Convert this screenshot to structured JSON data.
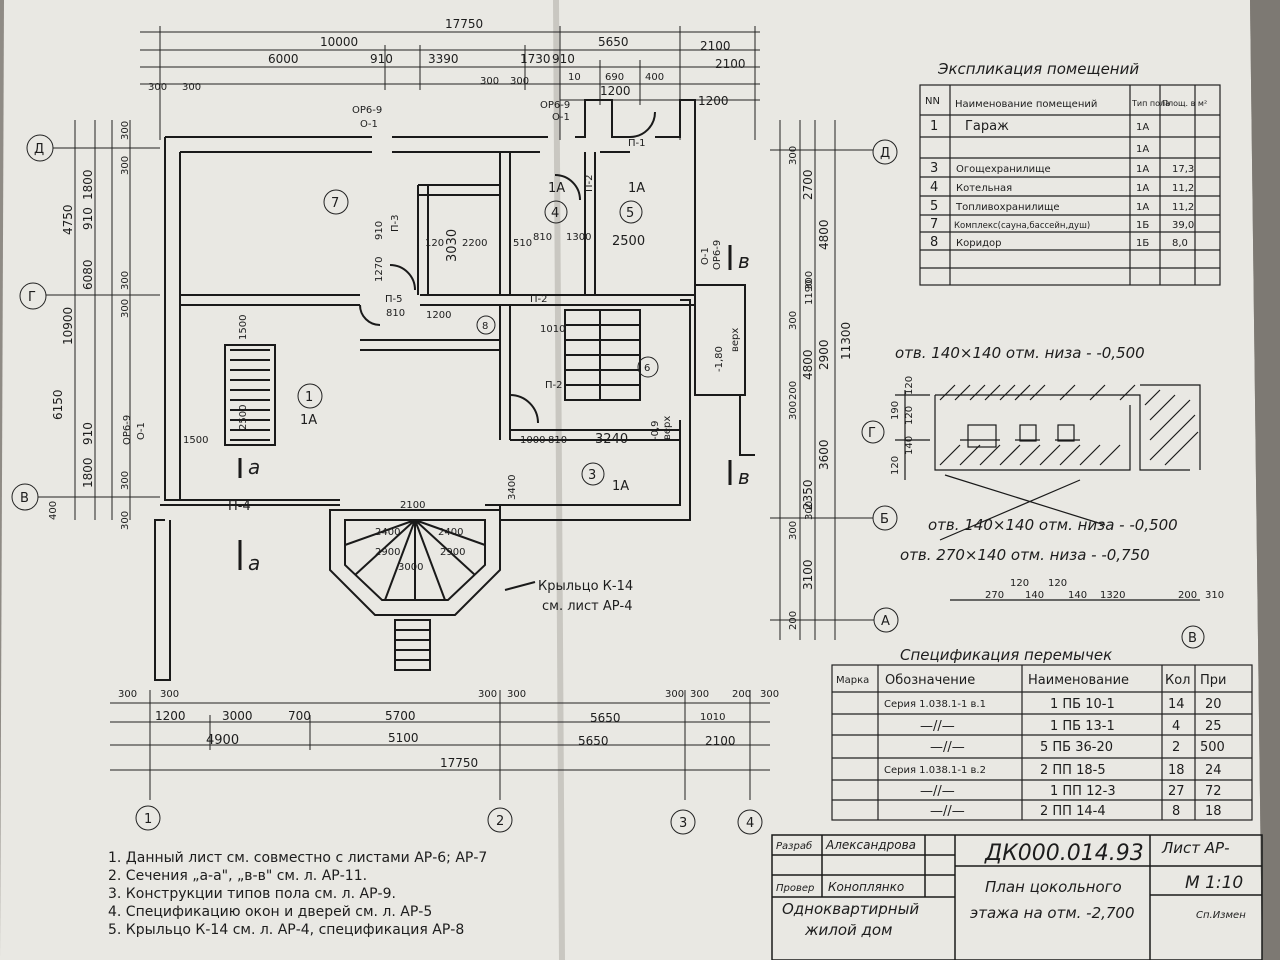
{
  "plan": {
    "top_dims": {
      "overall": "17750",
      "row2": [
        "10000",
        "5650"
      ],
      "row3": [
        "6000",
        "910",
        "3390",
        "1730",
        "910",
        "2100"
      ],
      "row4": [
        "300",
        "300",
        "300",
        "300",
        "10",
        "690",
        "400",
        "2100"
      ],
      "row5": [
        "1200",
        "1200"
      ]
    },
    "bottom_dims": {
      "row1": [
        "300",
        "300",
        "300",
        "300",
        "300",
        "300",
        "200",
        "300"
      ],
      "row2": [
        "1200",
        "3000",
        "700",
        "5700",
        "5650",
        "1010"
      ],
      "row3": [
        "4900",
        "5100",
        "5650",
        "2100"
      ],
      "overall": "17750"
    },
    "left_dims": {
      "outer": [
        "4750",
        "10900",
        "6150"
      ],
      "mid": [
        "1800",
        "910",
        "6080",
        "910",
        "1800"
      ],
      "inner": [
        "300",
        "300",
        "300",
        "300",
        "300",
        "300",
        "400"
      ]
    },
    "right_dims": {
      "outer": [
        "11300"
      ],
      "mid": [
        "2700",
        "4800",
        "4800",
        "2900",
        "3600",
        "2350",
        "3100"
      ],
      "inner": [
        "300",
        "300",
        "300",
        "300",
        "300",
        "1190",
        "300",
        "200",
        "200"
      ]
    },
    "axes_letters": [
      "Д",
      "Г",
      "В"
    ],
    "axes_numbers": [
      "1",
      "2",
      "3",
      "4"
    ],
    "room_numbers": [
      "7",
      "4",
      "5",
      "1",
      "8",
      "6",
      "3"
    ],
    "room_floor_types": [
      "1А",
      "1А",
      "1А",
      "1А"
    ],
    "openings": [
      "ОР6-9",
      "О-1",
      "ОР6-9",
      "О-1",
      "П-1",
      "П-2",
      "П-3",
      "П-5",
      "П-2",
      "П-2",
      "П-4",
      "ОР6-9",
      "О-1",
      "ОР6-9",
      "О-1"
    ],
    "inner_dims": [
      "3030",
      "2200",
      "2500",
      "1500",
      "2500",
      "1500",
      "3240",
      "3400",
      "1200",
      "1270",
      "910",
      "810",
      "120",
      "1000",
      "810",
      "1300",
      "510",
      "810",
      "1010"
    ],
    "section_marks": [
      "а",
      "а",
      "в",
      "в"
    ],
    "level_marks": [
      "-1,80",
      "верх",
      "-0,9",
      "верх"
    ],
    "porch_dims": [
      "2100",
      "2400",
      "2900",
      "3000",
      "2400",
      "2900"
    ],
    "porch_label": [
      "Крыльцо К-14",
      "см. лист АР-4"
    ]
  },
  "explication": {
    "title": "Экспликация помещений",
    "headers": [
      "NN",
      "Наименование помещений",
      "Тип пола",
      "Площ. в м²"
    ],
    "rows": [
      [
        "1",
        "Гараж",
        "1А",
        ""
      ],
      [
        "",
        "",
        "1А",
        ""
      ],
      [
        "3",
        "Огощехранилище",
        "1А",
        "17,3"
      ],
      [
        "4",
        "Котельная",
        "1А",
        "11,2"
      ],
      [
        "5",
        "Топливохранилище",
        "1А",
        "11,2"
      ],
      [
        "7",
        "Комплекс(сауна,бассейн,душ)",
        "1Б",
        "39,0"
      ],
      [
        "8",
        "Коридор",
        "1Б",
        "8,0"
      ]
    ]
  },
  "detail": {
    "top_label": "отв. 140×140 отм. низа - -0,500",
    "mid_label": "отв. 140×140 отм. низа - -0,500",
    "bottom_label": "отв. 270×140 отм. низа - -0,750",
    "axis_labels": [
      "Д",
      "Г",
      "Б",
      "А",
      "В"
    ],
    "dims_bottom": [
      "120",
      "270",
      "140",
      "120",
      "140",
      "1320",
      "200",
      "310"
    ],
    "dims_left": [
      "120",
      "190",
      "120",
      "140",
      "120"
    ]
  },
  "lintels": {
    "title": "Спецификация перемычек",
    "headers": [
      "Марка",
      "Обозначение",
      "Наименование",
      "Кол",
      "При"
    ],
    "rows": [
      [
        "",
        "Серия 1.038.1-1 в.1",
        "1 ПБ 10-1",
        "14",
        "20"
      ],
      [
        "",
        "—//—",
        "1 ПБ 13-1",
        "4",
        "25"
      ],
      [
        "",
        "—//—",
        "5 ПБ 36-20",
        "2",
        "500"
      ],
      [
        "",
        "Серия 1.038.1-1 в.2",
        "2 ПП 18-5",
        "18",
        "24"
      ],
      [
        "",
        "—//—",
        "1 ПП 12-3",
        "27",
        "72"
      ],
      [
        "",
        "—//—",
        "2 ПП 14-4",
        "8",
        "18"
      ]
    ]
  },
  "notes": [
    "1. Данный лист см. совместно с листами АР-6; АР-7",
    "2. Сечения „а-а\", „в-в\" см. л. АР-11.",
    "3. Конструкции типов пола см. л. АР-9.",
    "4. Спецификацию окон и дверей см. л. АР-5",
    "5. Крыльцо К-14 см. л. АР-4, спецификация АР-8"
  ],
  "title_block": {
    "developed_label": "Разраб",
    "developed_name": "Александрова",
    "checked_label": "Провер",
    "checked_name": "Коноплянко",
    "code": "ДК000.014.93",
    "sheet": "Лист АР-",
    "object_line1": "Одноквартирный",
    "object_line2": "жилой дом",
    "drawing_line1": "План цокольного",
    "drawing_line2": "этажа на отм. -2,700",
    "scale": "М 1:10",
    "changes": "Сп.Измен"
  }
}
